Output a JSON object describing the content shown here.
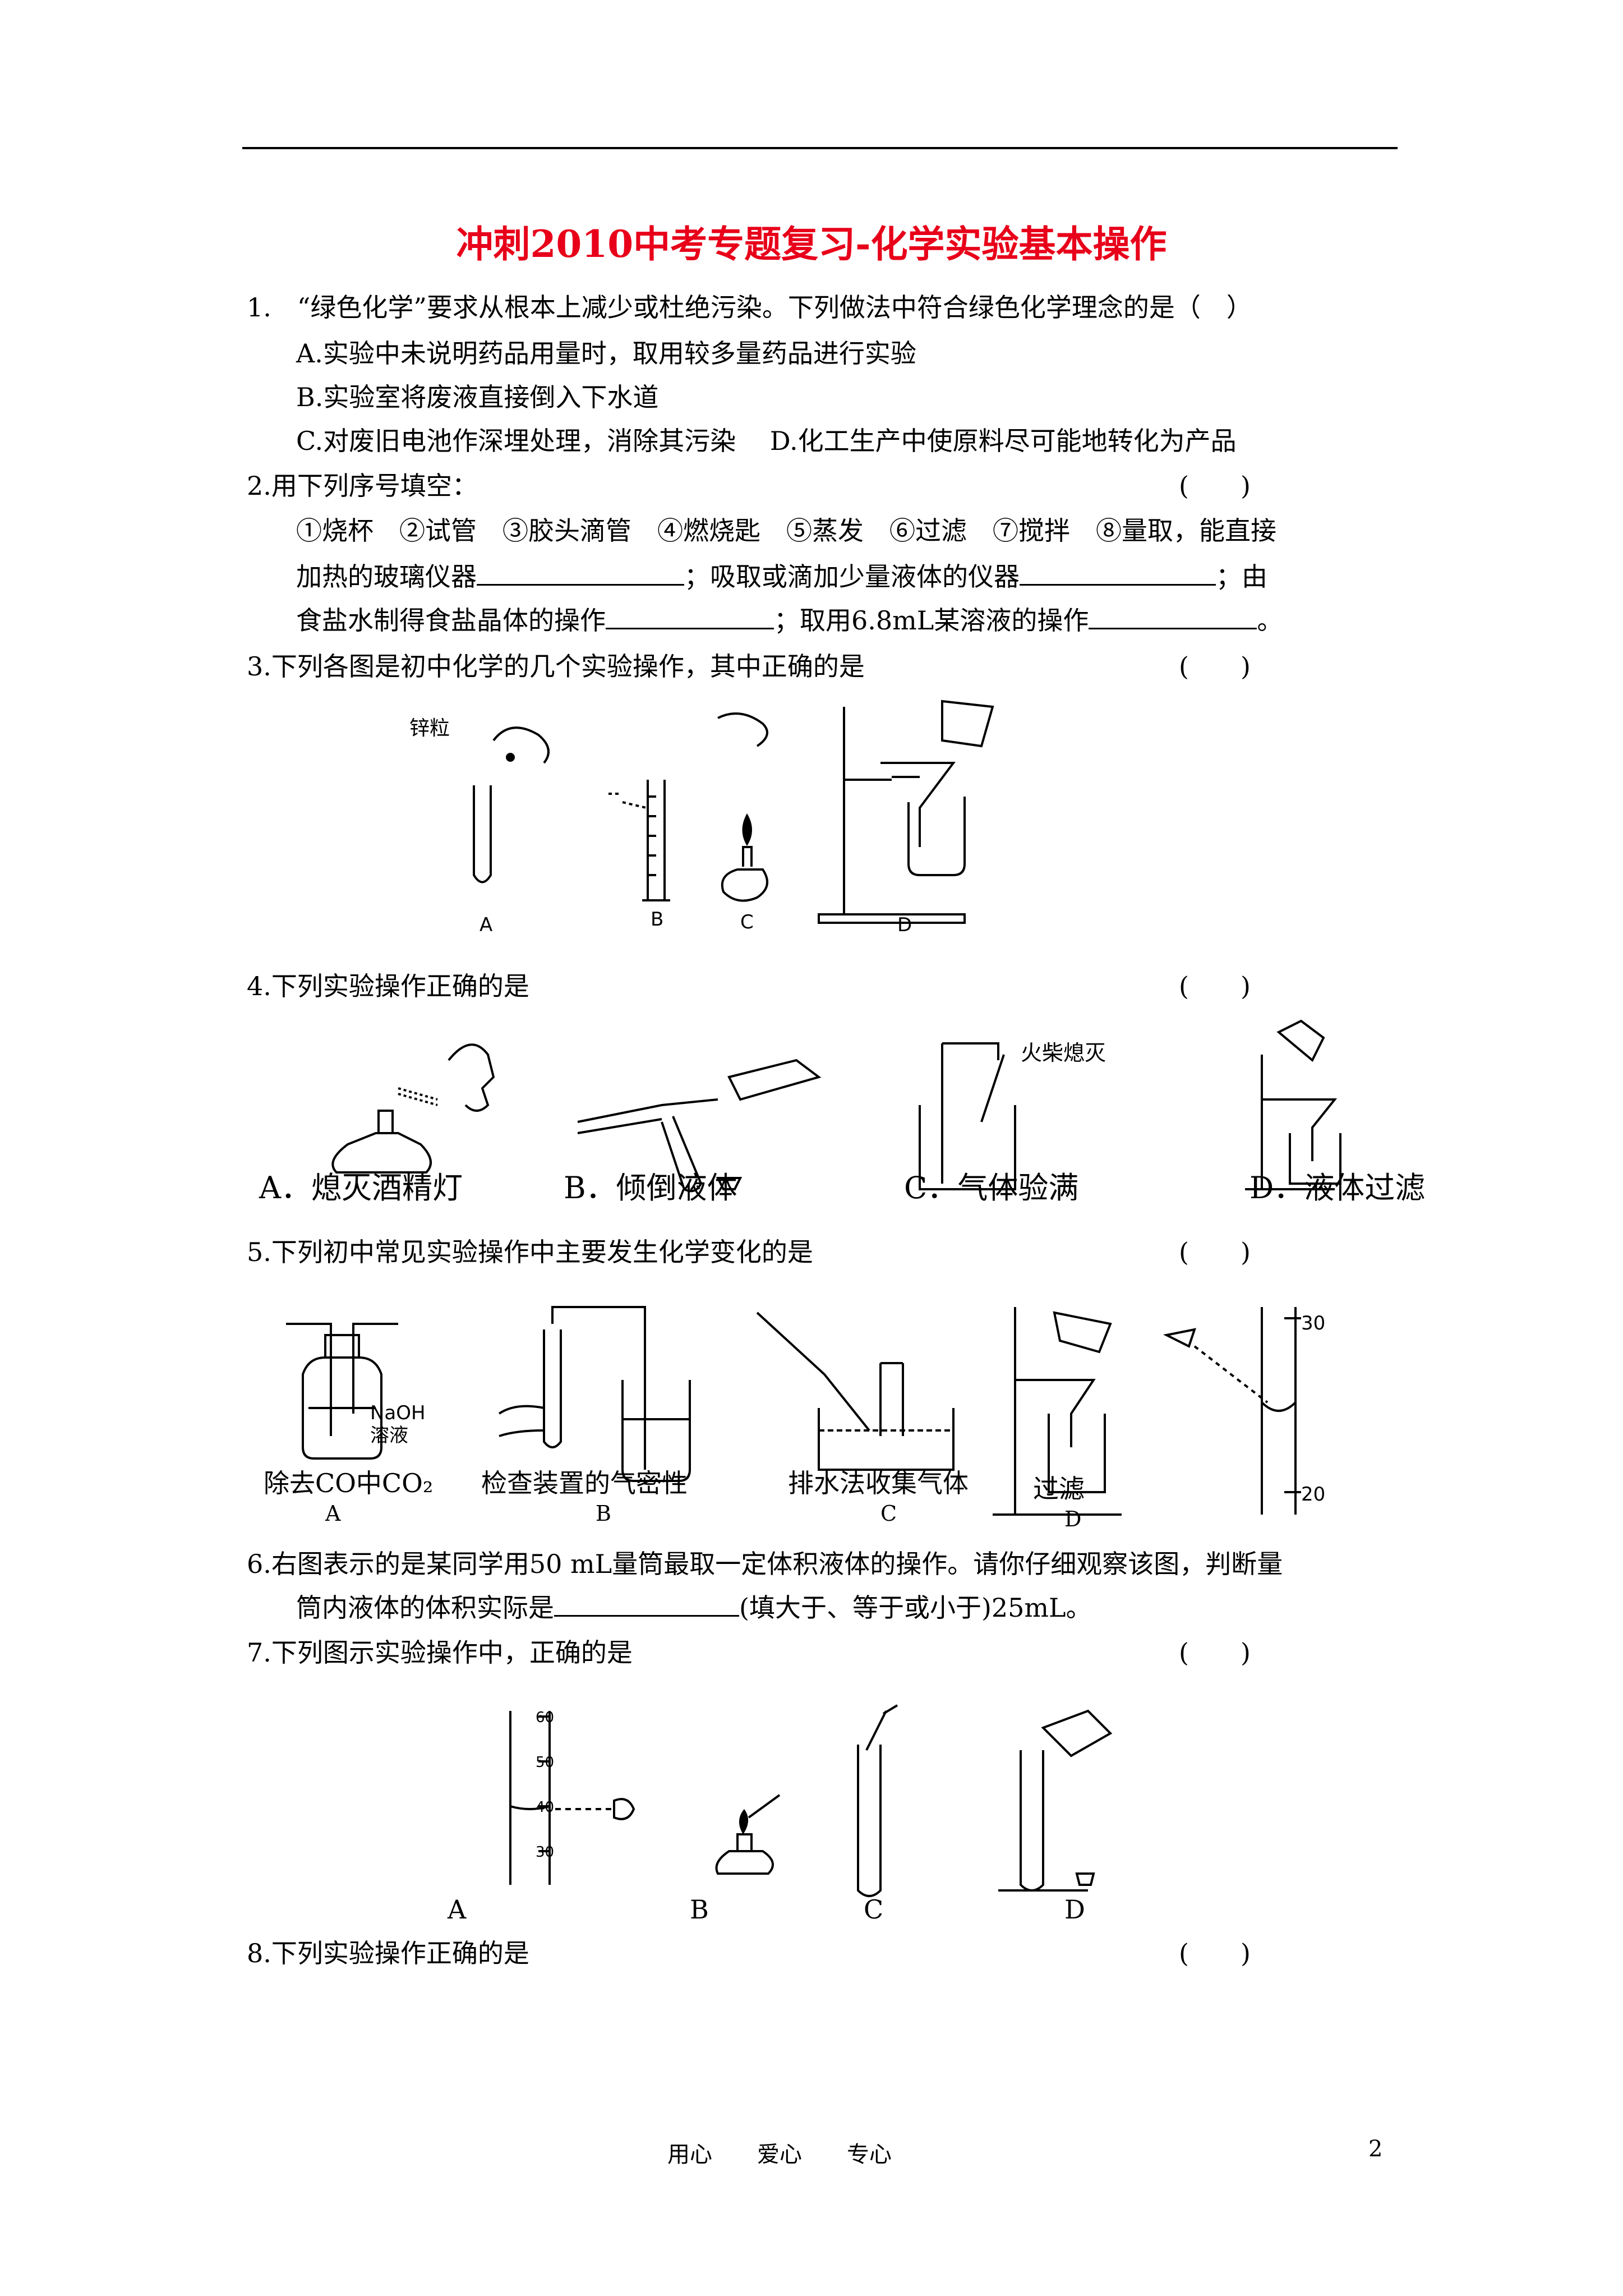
{
  "title": "冲刺2010中考专题复习-化学实验基本操作",
  "q1": {
    "stem": "1.　“绿色化学”要求从根本上减少或杜绝污染。下列做法中符合绿色化学理念的是（　）",
    "a": "A.实验中未说明药品用量时，取用较多量药品进行实验",
    "b": "B.实验室将废液直接倒入下水道",
    "cd": "C.对废旧电池作深埋处理，消除其污染　 D.化工生产中使原料尽可能地转化为产品"
  },
  "q2": {
    "stem": "2.用下列序号填空：",
    "paren": "(　　)",
    "line1": "①烧杯　②试管　③胶头滴管　④燃烧匙　⑤蒸发　⑥过滤　⑦搅拌　⑧量取，能直接",
    "line2a": "加热的玻璃仪器",
    "line2b": "；吸取或滴加少量液体的仪器",
    "line2c": "；由",
    "line3a": "食盐水制得食盐晶体的操作",
    "line3b": "；取用6.8mL某溶液的操作",
    "line3c": "。"
  },
  "q3": {
    "stem": "3.下列各图是初中化学的几个实验操作，其中正确的是",
    "paren": "(　　)",
    "label_zinc": "锌粒",
    "labels": [
      "A",
      "B",
      "C",
      "D"
    ]
  },
  "q4": {
    "stem": "4.下列实验操作正确的是",
    "paren": "(　　)",
    "label_match": "火柴熄灭",
    "captions": [
      "A．熄灭酒精灯",
      "B．倾倒液体",
      "C．气体验满",
      "D．液体过滤"
    ]
  },
  "q5": {
    "stem": "5.下列初中常见实验操作中主要发生化学变化的是",
    "paren": "(　　)",
    "naoh": "NaOH",
    "solution": "溶液",
    "captions": [
      "除去CO中CO₂",
      "检查装置的气密性",
      "排水法收集气体",
      "过滤"
    ],
    "labels": [
      "A",
      "B",
      "C",
      "D"
    ],
    "scale_top": "30",
    "scale_bottom": "20"
  },
  "q6": {
    "line1": "6.右图表示的是某同学用50 mL量筒最取一定体积液体的操作。请你仔细观察该图，判断量",
    "line2a": "筒内液体的体积实际是",
    "line2b": "(填大于、等于或小于)25mL。"
  },
  "q7": {
    "stem": "7.下列图示实验操作中，正确的是",
    "paren": "(　　)",
    "scale": [
      "60",
      "50",
      "40",
      "30"
    ],
    "labels": [
      "A",
      "B",
      "C",
      "D"
    ]
  },
  "q8": {
    "stem": "8.下列实验操作正确的是",
    "paren": "(　　)"
  },
  "footer": {
    "motto": "用心　　爱心　　专心",
    "page": "2"
  }
}
